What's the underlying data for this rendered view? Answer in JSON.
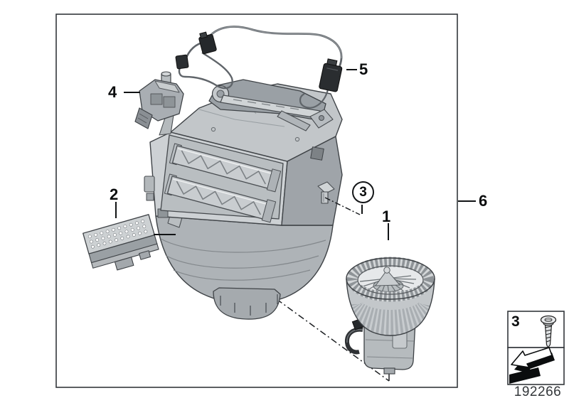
{
  "callouts": {
    "fan": "1",
    "resistor": "2",
    "screw": "3",
    "actuator": "4",
    "harness": "5",
    "unit": "6"
  },
  "legend": {
    "screw_number": "3",
    "screw_icon": "screw-icon",
    "arrow_icon": "install-direction-arrow-icon"
  },
  "footer": {
    "diagram_number": "192266"
  },
  "colors": {
    "outline": "#2e3236",
    "frame": "#33373b",
    "fill_light": "#cdd1d4",
    "fill_mid": "#aab0b4",
    "fill_dark": "#8d9297",
    "connector_dark": "#26292c",
    "background": "#ffffff"
  }
}
